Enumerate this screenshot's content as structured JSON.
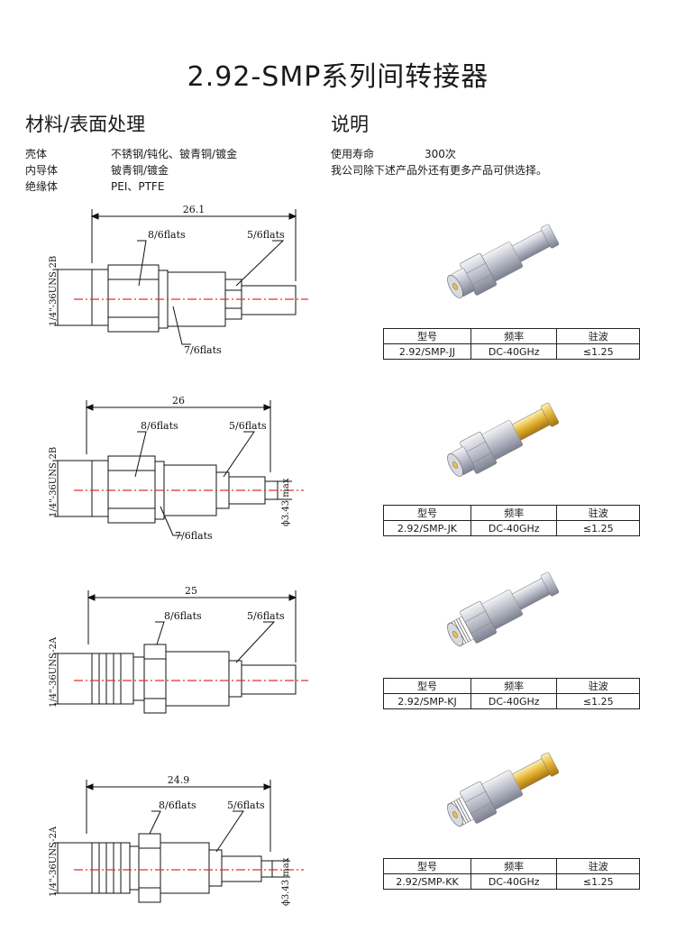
{
  "title": "2.92-SMP系列间转接器",
  "materials": {
    "heading": "材料/表面处理",
    "rows": [
      {
        "k": "壳体",
        "v": "不锈钢/钝化、铍青铜/镀金"
      },
      {
        "k": "内导体",
        "v": "铍青铜/镀金"
      },
      {
        "k": "绝缘体",
        "v": "PEI、PTFE"
      }
    ]
  },
  "notes": {
    "heading": "说明",
    "life_label": "使用寿命",
    "life_value": "300次",
    "extra": "我公司除下述产品外还有更多产品可供选择。"
  },
  "table_headers": [
    "型号",
    "频率",
    "驻波"
  ],
  "drawings": [
    {
      "length": "26.1",
      "flats_a": "8/6flats",
      "flats_b": "5/6flats",
      "flats_c": "7/6flats",
      "thread": "1/4\"-36UNS-2B",
      "dia": ""
    },
    {
      "length": "26",
      "flats_a": "8/6flats",
      "flats_b": "5/6flats",
      "flats_c": "7/6flats",
      "thread": "1/4\"-36UNS-2B",
      "dia": "ϕ3.43 max"
    },
    {
      "length": "25",
      "flats_a": "8/6flats",
      "flats_b": "5/6flats",
      "flats_c": "",
      "thread": "1/4\"-36UNS-2A",
      "dia": ""
    },
    {
      "length": "24.9",
      "flats_a": "8/6flats",
      "flats_b": "5/6flats",
      "flats_c": "",
      "thread": "1/4\"-36UNS-2A",
      "dia": "ϕ3.43 max"
    }
  ],
  "products": [
    {
      "model": "2.92/SMP-JJ",
      "freq": "DC-40GHz",
      "vswr": "≤1.25",
      "plug": "jack",
      "smp": "silver",
      "photo": "jj-adapter"
    },
    {
      "model": "2.92/SMP-JK",
      "freq": "DC-40GHz",
      "vswr": "≤1.25",
      "plug": "jack",
      "smp": "gold",
      "photo": "jk-adapter"
    },
    {
      "model": "2.92/SMP-KJ",
      "freq": "DC-40GHz",
      "vswr": "≤1.25",
      "plug": "female",
      "smp": "silver",
      "photo": "kj-adapter"
    },
    {
      "model": "2.92/SMP-KK",
      "freq": "DC-40GHz",
      "vswr": "≤1.25",
      "plug": "female",
      "smp": "gold",
      "photo": "kk-adapter"
    }
  ]
}
